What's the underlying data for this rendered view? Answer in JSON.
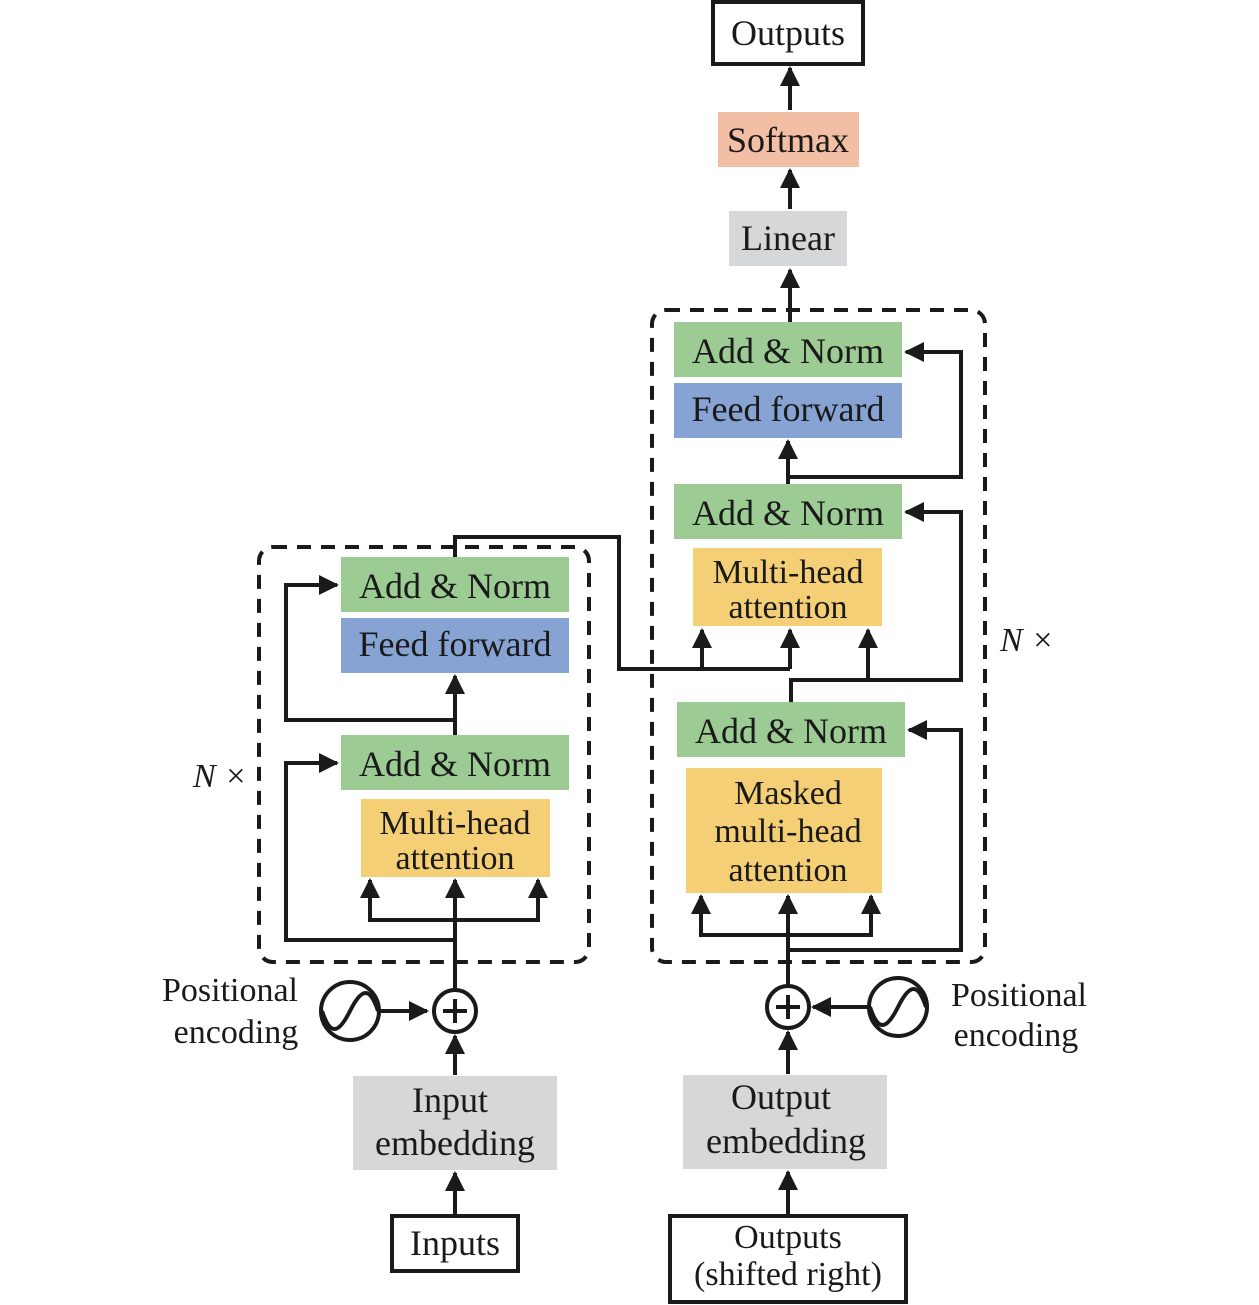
{
  "colors": {
    "add_norm": "#9ccb94",
    "feed_forward": "#87a3d3",
    "attention": "#f5cf75",
    "embedding": "#d6d7d9",
    "linear": "#d6d7d9",
    "softmax": "#f2bfa4",
    "line": "#1a1a1a"
  },
  "decoder_top": {
    "outputs": "Outputs",
    "softmax": "Softmax",
    "linear": "Linear"
  },
  "encoder": {
    "repeat_label": "N ×",
    "add_norm_top": "Add & Norm",
    "feed_forward": "Feed forward",
    "add_norm_bottom": "Add & Norm",
    "attention_line1": "Multi-head",
    "attention_line2": "attention",
    "positional_line1": "Positional",
    "positional_line2": "encoding",
    "embedding_line1": "Input",
    "embedding_line2": "embedding",
    "inputs": "Inputs"
  },
  "decoder": {
    "repeat_label": "N ×",
    "add_norm_top": "Add & Norm",
    "feed_forward": "Feed forward",
    "add_norm_mid": "Add & Norm",
    "attention_line1": "Multi-head",
    "attention_line2": "attention",
    "add_norm_bottom": "Add & Norm",
    "masked_line1": "Masked",
    "masked_line2": "multi-head",
    "masked_line3": "attention",
    "positional_line1": "Positional",
    "positional_line2": "encoding",
    "embedding_line1": "Output",
    "embedding_line2": "embedding",
    "inputs_line1": "Outputs",
    "inputs_line2": "(shifted right)"
  }
}
